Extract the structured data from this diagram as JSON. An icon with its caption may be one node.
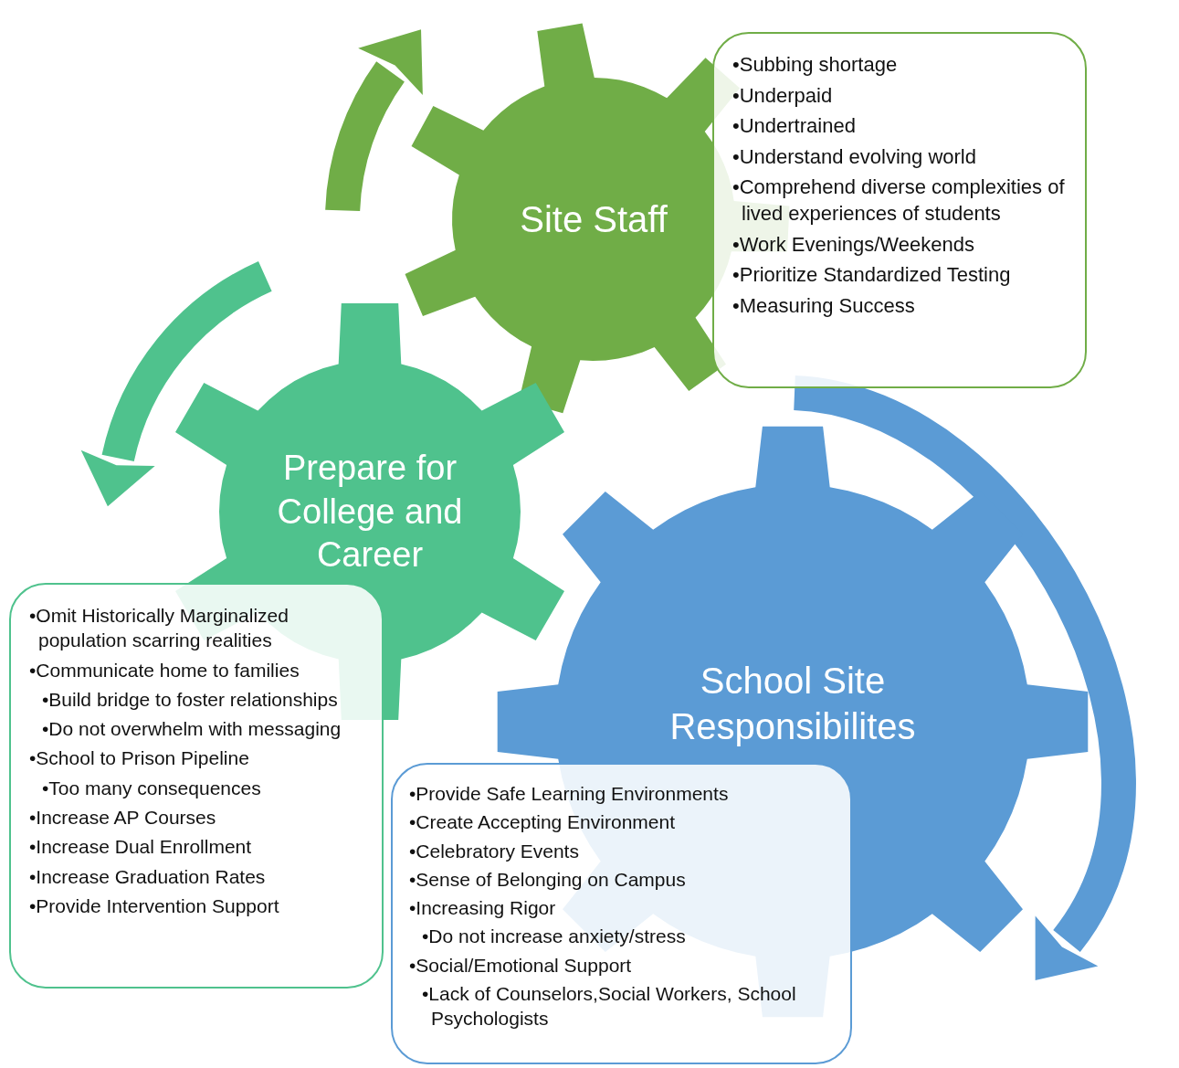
{
  "diagram": {
    "nodes": [
      {
        "text": [
          "Site Staff"
        ]
      },
      {
        "text": [
          "•Subbing shortage",
          "•Underpaid",
          "•Undertrained",
          "•Understand evolving world",
          "•Comprehend diverse complexities of lived experiences of students",
          "•Work Evenings/Weekends",
          "•Prioritize Standardized Testing",
          "•Measuring Success"
        ]
      },
      {
        "text": [
          "Prepare for College and Career"
        ]
      },
      {
        "text": [
          "•Omit Historically Marginalized population scarring realities",
          "•Communicate home to families",
          "•Build bridge to foster relationships",
          "•Do not overwhelm with messaging",
          "•School to Prison Pipeline",
          "•Too many consequences",
          "•Increase AP Courses",
          "•Increase Dual Enrollment",
          "•Increase Graduation Rates",
          "•Provide Intervention Support"
        ]
      },
      {
        "text": [
          "School Site Responsibilites"
        ]
      },
      {
        "text": [
          "•Provide Safe Learning Environments",
          "•Create Accepting Environment",
          "•Celebratory Events",
          "•Sense of Belonging on Campus",
          "•Increasing Rigor",
          "•Do not increase anxiety/stress",
          "•Social/Emotional Support",
          "•Lack of Counselors,Social Workers, School Psychologists"
        ]
      }
    ]
  }
}
